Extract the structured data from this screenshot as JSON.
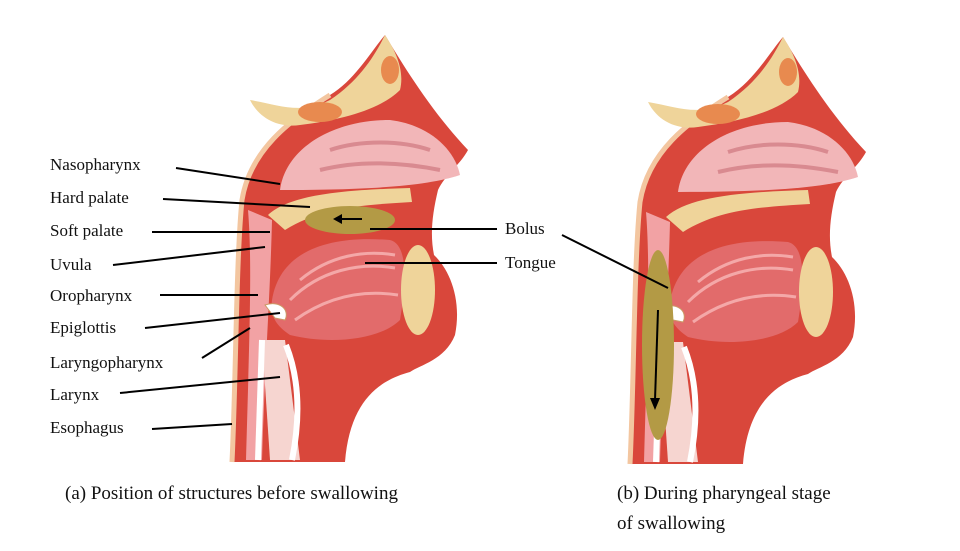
{
  "labels": {
    "nasopharynx": "Nasopharynx",
    "hard_palate": "Hard palate",
    "soft_palate": "Soft palate",
    "uvula": "Uvula",
    "oropharynx": "Oropharynx",
    "epiglottis": "Epiglottis",
    "laryngopharynx": "Laryngopharynx",
    "larynx": "Larynx",
    "esophagus": "Esophagus",
    "bolus": "Bolus",
    "tongue": "Tongue"
  },
  "captions": {
    "a": "(a) Position of structures before swallowing",
    "b_line1": "(b) During pharyngeal stage",
    "b_line2": "of swallowing"
  },
  "colors": {
    "tissue": "#d9473b",
    "pink": "#f2b6b8",
    "bone": "#efd49a",
    "bolus": "#b39a45",
    "muscle": "#e26b6b"
  }
}
